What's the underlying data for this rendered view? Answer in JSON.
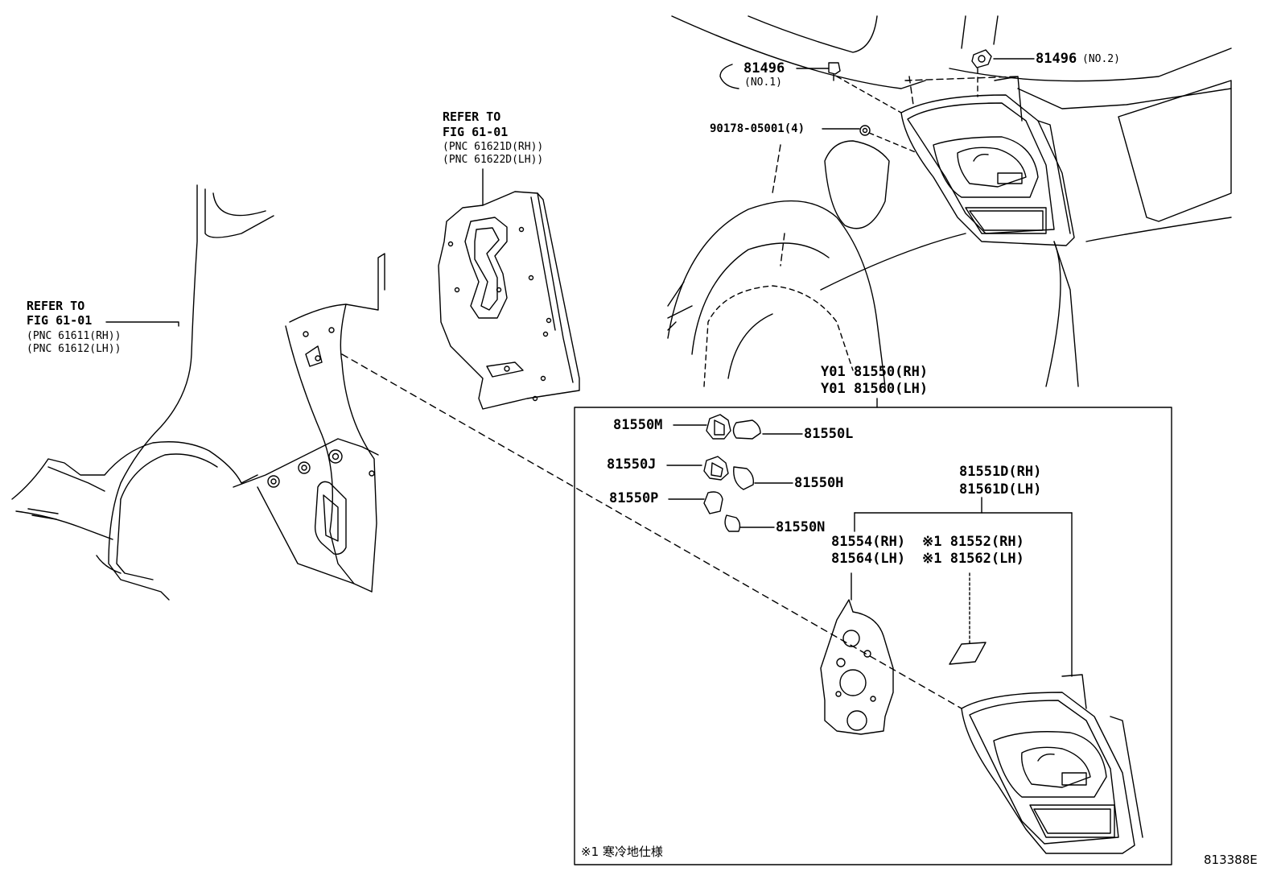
{
  "refs": {
    "quarter_panel": {
      "line1": "REFER TO",
      "line2": "FIG 61-01",
      "line3": "(PNC 61611(RH))",
      "line4": "(PNC 61612(LH))"
    },
    "inner_panel": {
      "line1": "REFER TO",
      "line2": "FIG 61-01",
      "line3": "(PNC 61621D(RH))",
      "line4": "(PNC 61622D(LH))"
    }
  },
  "parts": {
    "clip_no1": "81496",
    "clip_no1_note": "(NO.1)",
    "clip_no2": "81496",
    "clip_no2_note": "(NO.2)",
    "nut": "90178-05001(4)",
    "lamp_assy_rh": "Y01 81550(RH)",
    "lamp_assy_lh": "Y01 81560(LH)",
    "socket_m": "81550M",
    "bulb_l": "81550L",
    "socket_j": "81550J",
    "bulb_h": "81550H",
    "socket_p": "81550P",
    "bulb_n": "81550N",
    "lens_rh": "81551D(RH)",
    "lens_lh": "81561D(LH)",
    "gasket_rh": "81554(RH)",
    "gasket_lh": "81564(LH)",
    "cold_rh": "※1 81552(RH)",
    "cold_lh": "※1 81562(LH)"
  },
  "footnote": "※1 寒冷地仕様",
  "illustration_id": "813388E"
}
